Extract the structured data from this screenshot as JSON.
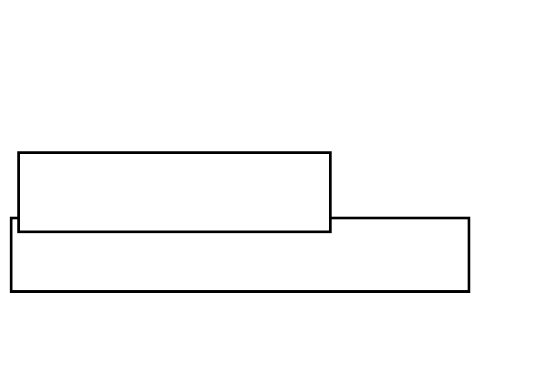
{
  "diagram": {
    "shapes": [
      {
        "name": "bottom-rectangle",
        "kind": "rectangle",
        "fill": "#ffffff",
        "stroke": "#000000"
      },
      {
        "name": "top-rectangle",
        "kind": "rectangle",
        "fill": "#ffffff",
        "stroke": "#000000"
      }
    ]
  }
}
